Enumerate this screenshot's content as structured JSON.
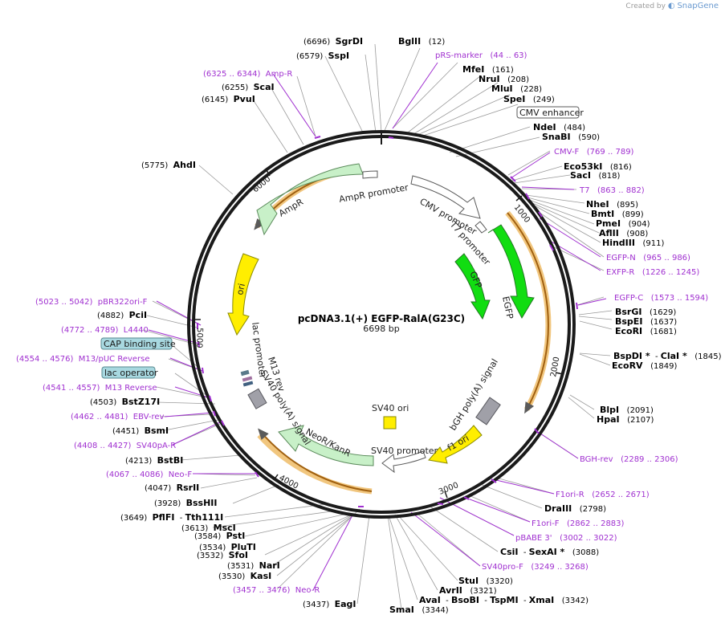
{
  "branding": {
    "created_by": "Created by",
    "app": "SnapGene"
  },
  "plasmid": {
    "name": "pcDNA3.1(+) EGFP-RalA(G23C)",
    "size": "6698 bp"
  },
  "ticks": [
    "1000",
    "2000",
    "3000",
    "4000",
    "5000",
    "6000"
  ],
  "sites": [
    {
      "parts": [
        [
          "(6696)",
          "n"
        ],
        [
          "  ",
          "n"
        ],
        [
          "SgrDI",
          "b"
        ]
      ]
    },
    {
      "parts": [
        [
          "BglII",
          "b"
        ],
        [
          "   (12)",
          "n"
        ]
      ]
    },
    {
      "parts": [
        [
          "(6579)",
          "n"
        ],
        [
          "  ",
          "n"
        ],
        [
          "SspI",
          "b"
        ]
      ]
    },
    {
      "parts": [
        [
          "pRS-marker",
          "p"
        ],
        [
          "   (44 .. 63)",
          "p"
        ]
      ]
    },
    {
      "parts": [
        [
          "(6325 .. 6344)",
          "p"
        ],
        [
          "  Amp-R",
          "p"
        ]
      ]
    },
    {
      "parts": [
        [
          "MfeI",
          "b"
        ],
        [
          "   (161)",
          "n"
        ]
      ]
    },
    {
      "parts": [
        [
          "(6255)",
          "n"
        ],
        [
          "  ",
          "n"
        ],
        [
          "ScaI",
          "b"
        ]
      ]
    },
    {
      "parts": [
        [
          "NruI",
          "b"
        ],
        [
          "   (208)",
          "n"
        ]
      ]
    },
    {
      "parts": [
        [
          "(6145)",
          "n"
        ],
        [
          "  ",
          "n"
        ],
        [
          "PvuI",
          "b"
        ]
      ]
    },
    {
      "parts": [
        [
          "MluI",
          "b"
        ],
        [
          "   (228)",
          "n"
        ]
      ]
    },
    {
      "parts": [
        [
          "SpeI",
          "b"
        ],
        [
          "   (249)",
          "n"
        ]
      ]
    },
    {
      "parts": [
        [
          "NdeI",
          "b"
        ],
        [
          "   (484)",
          "n"
        ]
      ]
    },
    {
      "parts": [
        [
          "SnaBI",
          "b"
        ],
        [
          "   (590)",
          "n"
        ]
      ]
    },
    {
      "parts": [
        [
          "CMV-F",
          "p"
        ],
        [
          "   (769 .. 789)",
          "p"
        ]
      ]
    },
    {
      "parts": [
        [
          "(5775)",
          "n"
        ],
        [
          "  ",
          "n"
        ],
        [
          "AhdI",
          "b"
        ]
      ]
    },
    {
      "parts": [
        [
          "Eco53kI",
          "b"
        ],
        [
          "   (816)",
          "n"
        ]
      ]
    },
    {
      "parts": [
        [
          "SacI",
          "b"
        ],
        [
          "   (818)",
          "n"
        ]
      ]
    },
    {
      "parts": [
        [
          "T7",
          "p"
        ],
        [
          "   (863 .. 882)",
          "p"
        ]
      ]
    },
    {
      "parts": [
        [
          "NheI",
          "b"
        ],
        [
          "   (895)",
          "n"
        ]
      ]
    },
    {
      "parts": [
        [
          "BmtI",
          "b"
        ],
        [
          "   (899)",
          "n"
        ]
      ]
    },
    {
      "parts": [
        [
          "PmeI",
          "b"
        ],
        [
          "   (904)",
          "n"
        ]
      ]
    },
    {
      "parts": [
        [
          "AflII",
          "b"
        ],
        [
          "   (908)",
          "n"
        ]
      ]
    },
    {
      "parts": [
        [
          "HindIII",
          "b"
        ],
        [
          "   (911)",
          "n"
        ]
      ]
    },
    {
      "parts": [
        [
          "EGFP-N",
          "p"
        ],
        [
          "   (965 .. 986)",
          "p"
        ]
      ]
    },
    {
      "parts": [
        [
          "EXFP-R",
          "p"
        ],
        [
          "   (1226 .. 1245)",
          "p"
        ]
      ]
    },
    {
      "parts": [
        [
          "EGFP-C",
          "p"
        ],
        [
          "   (1573 .. 1594)",
          "p"
        ]
      ]
    },
    {
      "parts": [
        [
          "BsrGI",
          "b"
        ],
        [
          "   (1629)",
          "n"
        ]
      ]
    },
    {
      "parts": [
        [
          "BspEI",
          "b"
        ],
        [
          "   (1637)",
          "n"
        ]
      ]
    },
    {
      "parts": [
        [
          "EcoRI",
          "b"
        ],
        [
          "   (1681)",
          "n"
        ]
      ]
    },
    {
      "parts": [
        [
          "(5023 .. 5042)",
          "p"
        ],
        [
          "  pBR322ori-F",
          "p"
        ]
      ]
    },
    {
      "parts": [
        [
          "(4882)",
          "n"
        ],
        [
          "  ",
          "n"
        ],
        [
          "PciI",
          "b"
        ]
      ]
    },
    {
      "parts": [
        [
          "(4772 .. 4789)",
          "p"
        ],
        [
          "  L4440",
          "p"
        ]
      ]
    },
    {
      "parts": [
        [
          "BspDI *",
          "b"
        ],
        [
          "  - ",
          "n"
        ],
        [
          "ClaI *",
          "b"
        ],
        [
          "   (1845)",
          "n"
        ]
      ]
    },
    {
      "parts": [
        [
          "EcoRV",
          "b"
        ],
        [
          "   (1849)",
          "n"
        ]
      ]
    },
    {
      "parts": [
        [
          "(4554 .. 4576)",
          "p"
        ],
        [
          "  M13/pUC Reverse",
          "p"
        ]
      ]
    },
    {
      "parts": [
        [
          "(4541 .. 4557)",
          "p"
        ],
        [
          "  M13 Reverse",
          "p"
        ]
      ]
    },
    {
      "parts": [
        [
          "(4503)",
          "n"
        ],
        [
          "  ",
          "n"
        ],
        [
          "BstZ17I",
          "b"
        ]
      ]
    },
    {
      "parts": [
        [
          "(4462 .. 4481)",
          "p"
        ],
        [
          "  EBV-rev",
          "p"
        ]
      ]
    },
    {
      "parts": [
        [
          "BlpI",
          "b"
        ],
        [
          "   (2091)",
          "n"
        ]
      ]
    },
    {
      "parts": [
        [
          "HpaI",
          "b"
        ],
        [
          "   (2107)",
          "n"
        ]
      ]
    },
    {
      "parts": [
        [
          "(4451)",
          "n"
        ],
        [
          "  ",
          "n"
        ],
        [
          "BsmI",
          "b"
        ]
      ]
    },
    {
      "parts": [
        [
          "(4408 .. 4427)",
          "p"
        ],
        [
          "  SV40pA-R",
          "p"
        ]
      ]
    },
    {
      "parts": [
        [
          "BGH-rev",
          "p"
        ],
        [
          "   (2289 .. 2306)",
          "p"
        ]
      ]
    },
    {
      "parts": [
        [
          "(4213)",
          "n"
        ],
        [
          "  ",
          "n"
        ],
        [
          "BstBI",
          "b"
        ]
      ]
    },
    {
      "parts": [
        [
          "(4067 .. 4086)",
          "p"
        ],
        [
          "  Neo-F",
          "p"
        ]
      ]
    },
    {
      "parts": [
        [
          "(4047)",
          "n"
        ],
        [
          "  ",
          "n"
        ],
        [
          "RsrII",
          "b"
        ]
      ]
    },
    {
      "parts": [
        [
          "F1ori-R",
          "p"
        ],
        [
          "   (2652 .. 2671)",
          "p"
        ]
      ]
    },
    {
      "parts": [
        [
          "(3928)",
          "n"
        ],
        [
          "  ",
          "n"
        ],
        [
          "BssHII",
          "b"
        ]
      ]
    },
    {
      "parts": [
        [
          "DraIII",
          "b"
        ],
        [
          "   (2798)",
          "n"
        ]
      ]
    },
    {
      "parts": [
        [
          "(3649)",
          "n"
        ],
        [
          "  ",
          "n"
        ],
        [
          "PflFI",
          "b"
        ],
        [
          "  - ",
          "n"
        ],
        [
          "Tth111I",
          "b"
        ]
      ]
    },
    {
      "parts": [
        [
          "F1ori-F",
          "p"
        ],
        [
          "   (2862 .. 2883)",
          "p"
        ]
      ]
    },
    {
      "parts": [
        [
          "(3613)",
          "n"
        ],
        [
          "  ",
          "n"
        ],
        [
          "MscI",
          "b"
        ]
      ]
    },
    {
      "parts": [
        [
          "pBABE 3'",
          "p"
        ],
        [
          "   (3002 .. 3022)",
          "p"
        ]
      ]
    },
    {
      "parts": [
        [
          "(3584)",
          "n"
        ],
        [
          "  ",
          "n"
        ],
        [
          "PstI",
          "b"
        ]
      ]
    },
    {
      "parts": [
        [
          "(3534)",
          "n"
        ],
        [
          "  ",
          "n"
        ],
        [
          "PluTI",
          "b"
        ]
      ]
    },
    {
      "parts": [
        [
          "CsiI",
          "b"
        ],
        [
          "  - ",
          "n"
        ],
        [
          "SexAI *",
          "b"
        ],
        [
          "   (3088)",
          "n"
        ]
      ]
    },
    {
      "parts": [
        [
          "(3532)",
          "n"
        ],
        [
          "  ",
          "n"
        ],
        [
          "SfoI",
          "b"
        ]
      ]
    },
    {
      "parts": [
        [
          "(3531)",
          "n"
        ],
        [
          "  ",
          "n"
        ],
        [
          "NarI",
          "b"
        ]
      ]
    },
    {
      "parts": [
        [
          "SV40pro-F",
          "p"
        ],
        [
          "   (3249 .. 3268)",
          "p"
        ]
      ]
    },
    {
      "parts": [
        [
          "(3530)",
          "n"
        ],
        [
          "  ",
          "n"
        ],
        [
          "KasI",
          "b"
        ]
      ]
    },
    {
      "parts": [
        [
          "StuI",
          "b"
        ],
        [
          "   (3320)",
          "n"
        ]
      ]
    },
    {
      "parts": [
        [
          "(3457 .. 3476)",
          "p"
        ],
        [
          "  Neo-R",
          "p"
        ]
      ]
    },
    {
      "parts": [
        [
          "AvrII",
          "b"
        ],
        [
          "   (3321)",
          "n"
        ]
      ]
    },
    {
      "parts": [
        [
          "AvaI",
          "b"
        ],
        [
          "  - ",
          "n"
        ],
        [
          "BsoBI",
          "b"
        ],
        [
          "  - ",
          "n"
        ],
        [
          "TspMI",
          "b"
        ],
        [
          "  - ",
          "n"
        ],
        [
          "XmaI",
          "b"
        ],
        [
          "   (3342)",
          "n"
        ]
      ]
    },
    {
      "parts": [
        [
          "(3437)",
          "n"
        ],
        [
          "  ",
          "n"
        ],
        [
          "EagI",
          "b"
        ]
      ]
    },
    {
      "parts": [
        [
          "SmaI",
          "b"
        ],
        [
          "   (3344)",
          "n"
        ]
      ]
    }
  ],
  "boxed_labels": [
    "CMV enhancer",
    "CAP binding site",
    "lac operator"
  ],
  "features": [
    "AmpR promoter",
    "AmpR",
    "CMV promoter",
    "T7 promoter",
    "EGFP",
    "GFP",
    "ori",
    "lac promoter",
    "M13 rev",
    "SV40 poly(A) signal",
    "NeoR/KanR",
    "SV40 promoter",
    "SV40 ori",
    "bGH poly(A) signal",
    "f1 ori"
  ],
  "colors": {
    "backbone": "#1a1a1a",
    "primer": "#a030d0",
    "gfp": "#11dd11",
    "ampr": "#c8f0c8",
    "ori": "#ffee00",
    "f1ori": "#ffee00",
    "polyA": "#a0a0a8",
    "highlight": "#f0b040"
  }
}
